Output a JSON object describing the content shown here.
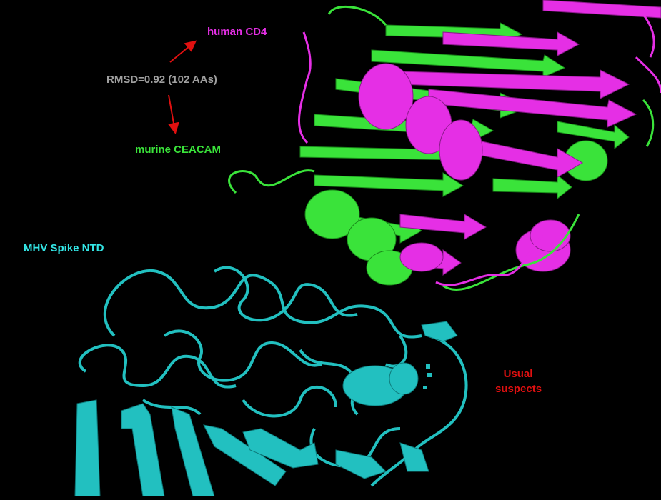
{
  "labels": {
    "cd4": "human CD4",
    "rmsd": "RMSD=0.92 (102 AAs)",
    "ceacam": "murine CEACAM",
    "ntd": "MHV Spike NTD",
    "usual_line1": "Usual",
    "usual_line2": "suspects"
  },
  "colors": {
    "background": "#000000",
    "cd4": "#e52fe5",
    "ceacam": "#3ae33a",
    "ntd": "#33e5e5",
    "rmsd": "#a0a0a0",
    "arrow": "#e01010",
    "usual": "#e01010"
  }
}
